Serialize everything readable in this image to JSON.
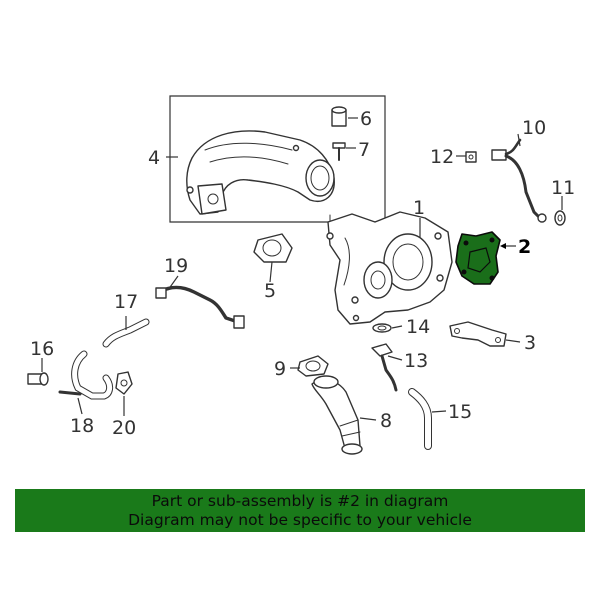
{
  "colors": {
    "highlight": "#1a6e1a",
    "banner": "#1a7a1a",
    "line": "#333333"
  },
  "callouts": {
    "c1": "1",
    "c2": "2",
    "c3": "3",
    "c4": "4",
    "c5": "5",
    "c6": "6",
    "c7": "7",
    "c8": "8",
    "c9": "9",
    "c10": "10",
    "c11": "11",
    "c12": "12",
    "c13": "13",
    "c14": "14",
    "c15": "15",
    "c16": "16",
    "c17": "17",
    "c18": "18",
    "c19": "19",
    "c20": "20"
  },
  "highlighted_part": "2",
  "banner": {
    "line1": "Part or sub-assembly is #2 in diagram",
    "line2": "Diagram may not be specific to your vehicle"
  }
}
